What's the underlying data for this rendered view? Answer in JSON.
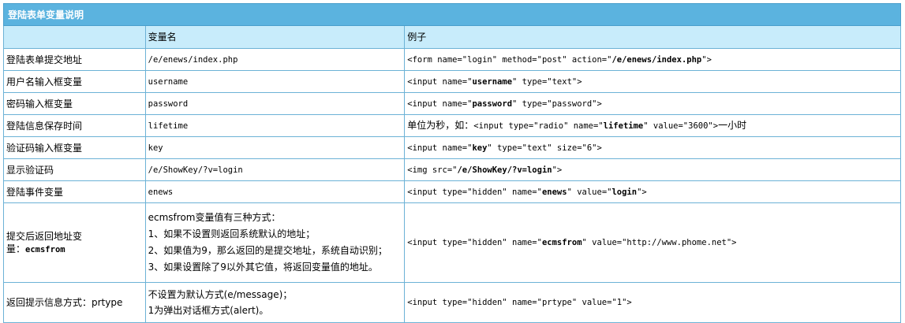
{
  "title": "登陆表单变量说明",
  "headers": {
    "c1": "",
    "c2": "变量名",
    "c3": "例子"
  },
  "rows": [
    {
      "label": "登陆表单提交地址",
      "var": "/e/enews/index.php",
      "ex": {
        "a": "<form name=\"login\" method=\"post\" action=\"",
        "b": "/e/enews/index.php",
        "c": "\">"
      }
    },
    {
      "label": "用户名输入框变量",
      "var": "username",
      "ex": {
        "a": "<input name=\"",
        "b": "username",
        "c": "\" type=\"text\">"
      }
    },
    {
      "label": "密码输入框变量",
      "var": "password",
      "ex": {
        "a": "<input name=\"",
        "b": "password",
        "c": "\" type=\"password\">"
      }
    },
    {
      "label": "登陆信息保存时间",
      "var": "lifetime",
      "ex": {
        "pre": "单位为秒，如：",
        "a": "<input type=\"radio\" name=\"",
        "b": "lifetime",
        "c": "\" value=\"3600\">",
        "post": "一小时"
      }
    },
    {
      "label": "验证码输入框变量",
      "var": "key",
      "ex": {
        "a": "<input name=\"",
        "b": "key",
        "c": "\" type=\"text\" size=\"6\">"
      }
    },
    {
      "label": "显示验证码",
      "var": "/e/ShowKey/?v=login",
      "ex": {
        "a": "<img src=\"",
        "b": "/e/ShowKey/?v=login",
        "c": "\">"
      }
    },
    {
      "label": "登陆事件变量",
      "var": "enews",
      "ex": {
        "a": "<input type=\"hidden\" name=\"",
        "b": "enews",
        "c": "\" value=\"",
        "d": "login",
        "e": "\">"
      }
    }
  ],
  "row8": {
    "label_a": "提交后返回地址变",
    "label_b": "量：",
    "label_c": "ecmsfrom",
    "lines": [
      "ecmsfrom变量值有三种方式：",
      "1、如果不设置则返回系统默认的地址；",
      "2、如果值为9，那么返回的是提交地址，系统自动识别；",
      "3、如果设置除了9以外其它值，将返回变量值的地址。"
    ],
    "ex": {
      "a": "<input type=\"hidden\" name=\"",
      "b": "ecmsfrom",
      "c": "\" value=\"http://www.phome.net\">"
    }
  },
  "row9": {
    "label": "返回提示信息方式：prtype",
    "lines": [
      "不设置为默认方式(e/message)；",
      "1为弹出对话框方式(alert)。"
    ],
    "ex": "<input type=\"hidden\" name=\"prtype\" value=\"1\">"
  }
}
